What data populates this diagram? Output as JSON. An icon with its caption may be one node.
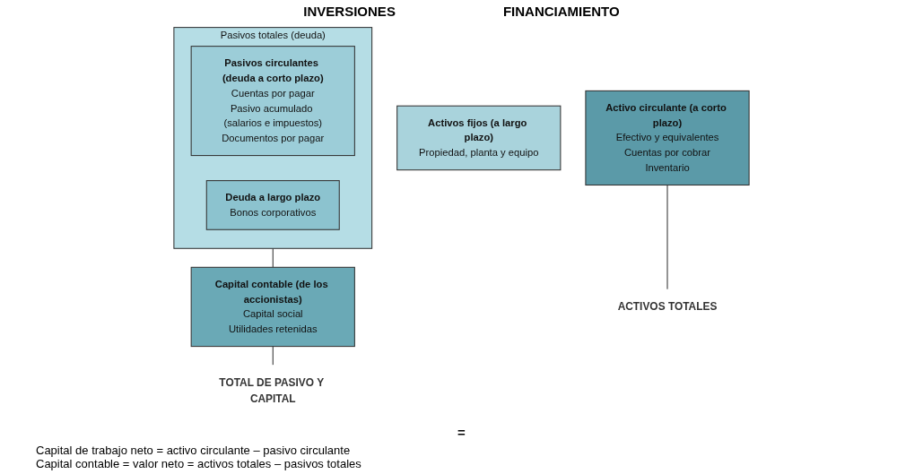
{
  "diagram": {
    "nodes": [
      {
        "text": [
          "Activos fijos (a largo plazo)",
          "Propiedad, planta y equipo"
        ]
      },
      {
        "text": [
          "Activo circulante (a corto plazo)",
          "Efectivo y equivalentes",
          "Cuentas por cobrar",
          "Inventario"
        ]
      },
      {
        "text": [
          "Pasivos totales (deuda)"
        ]
      },
      {
        "text": [
          "Pasivos circulantes (deuda a corto plazo)",
          "Cuentas por pagar",
          "Pasivo acumulado (salarios e impuestos)",
          "Documentos por pagar"
        ],
        "in": 2
      },
      {
        "text": [
          "Deuda a largo plazo",
          "Bonos corporativos"
        ],
        "in": 2
      },
      {
        "text": [
          "Capital contable (de los accionistas)",
          "Capital social",
          "Utilidades retenidas"
        ]
      },
      {
        "text": [
          "ACTIVOS TOTALES"
        ]
      },
      {
        "text": [
          "TOTAL DE PASIVO Y CAPITAL"
        ]
      }
    ],
    "edges": [
      {
        "from": 1,
        "to": 6,
        "arrow": "none"
      },
      {
        "from": 2,
        "to": 5,
        "arrow": "none"
      },
      {
        "from": 5,
        "to": 7,
        "arrow": "none"
      }
    ],
    "labels": [
      "INVERSIONES",
      "FINANCIAMIENTO",
      "=",
      "Capital de trabajo neto = activo circulante – pasivo circulante",
      "Capital contable = valor neto = activos totales – pasivos totales"
    ]
  }
}
